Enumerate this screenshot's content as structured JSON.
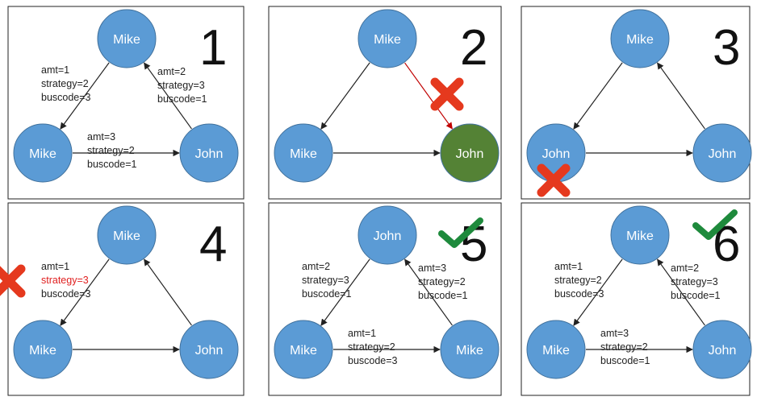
{
  "colors": {
    "node_fill": "#5b9bd5",
    "node_stroke": "#41719c",
    "highlight_node_fill": "#548235",
    "edge": "#222222",
    "edge_error": "#c00000",
    "text_error": "#e02020",
    "cross": "#e5391e",
    "check": "#1e8a3c"
  },
  "icons": {
    "cross": "red-x-icon",
    "check": "green-check-icon"
  },
  "panels": [
    {
      "number": "1",
      "nodes": {
        "top": "Mike",
        "left": "Mike",
        "right": "John"
      },
      "edges": {
        "top_left": {
          "lines": [
            "amt=1",
            "strategy=2",
            "buscode=3"
          ]
        },
        "right_top": {
          "lines": [
            "amt=2",
            "strategy=3",
            "buscode=1"
          ]
        },
        "left_right": {
          "lines": [
            "amt=3",
            "strategy=2",
            "buscode=1"
          ]
        }
      }
    },
    {
      "number": "2",
      "nodes": {
        "top": "Mike",
        "left": "Mike",
        "right": "John"
      },
      "highlight": "right",
      "error_edge": "top_right",
      "edges": {
        "top_left": {
          "lines": []
        },
        "top_right": {
          "lines": []
        },
        "left_right": {
          "lines": []
        }
      },
      "mark": "cross"
    },
    {
      "number": "3",
      "nodes": {
        "top": "Mike",
        "left": "John",
        "right": "John"
      },
      "edges": {
        "top_left": {
          "lines": []
        },
        "right_top": {
          "lines": []
        },
        "left_right": {
          "lines": []
        }
      },
      "mark": "cross"
    },
    {
      "number": "4",
      "nodes": {
        "top": "Mike",
        "left": "Mike",
        "right": "John"
      },
      "edges": {
        "top_left": {
          "lines": [
            "amt=1",
            "strategy=3",
            "buscode=3"
          ],
          "error_line": 1
        },
        "right_top": {
          "lines": []
        },
        "left_right": {
          "lines": []
        }
      },
      "mark": "cross"
    },
    {
      "number": "5",
      "nodes": {
        "top": "John",
        "left": "Mike",
        "right": "Mike"
      },
      "edges": {
        "top_left": {
          "lines": [
            "amt=2",
            "strategy=3",
            "buscode=1"
          ]
        },
        "right_top": {
          "lines": [
            "amt=3",
            "strategy=2",
            "buscode=1"
          ]
        },
        "left_right": {
          "lines": [
            "amt=1",
            "strategy=2",
            "buscode=3"
          ]
        }
      },
      "mark": "check"
    },
    {
      "number": "6",
      "nodes": {
        "top": "Mike",
        "left": "Mike",
        "right": "John"
      },
      "edges": {
        "top_left": {
          "lines": [
            "amt=1",
            "strategy=2",
            "buscode=3"
          ]
        },
        "right_top": {
          "lines": [
            "amt=2",
            "strategy=3",
            "buscode=1"
          ]
        },
        "left_right": {
          "lines": [
            "amt=3",
            "strategy=2",
            "buscode=1"
          ]
        }
      },
      "mark": "check"
    }
  ]
}
